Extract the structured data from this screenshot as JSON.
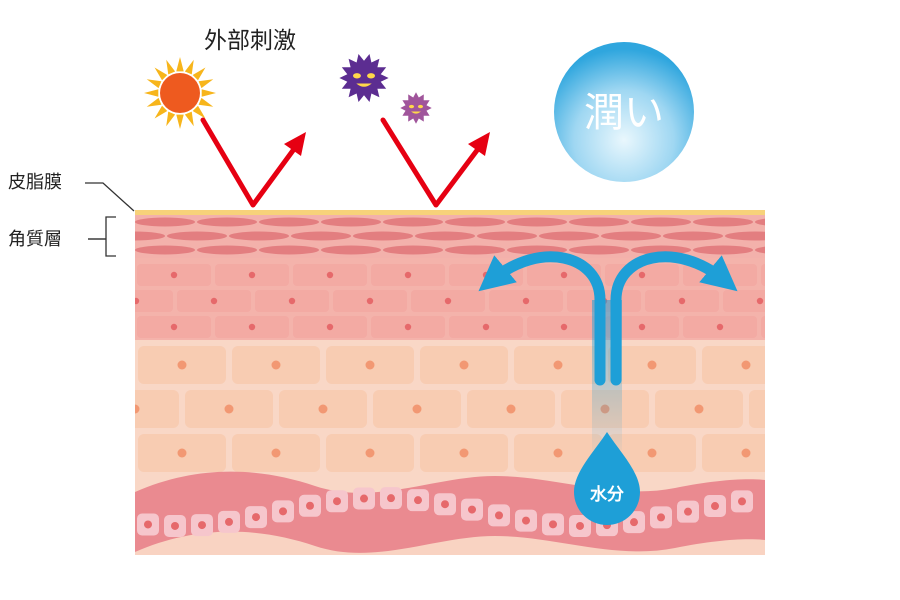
{
  "title": "外部刺激",
  "labels": {
    "sebum_film": "皮脂膜",
    "stratum_corneum": "角質層",
    "moisture": "水分",
    "hydration": "潤い"
  },
  "colors": {
    "background": "#ffffff",
    "sebum": "#f7d27a",
    "corneum": "#ec9a98",
    "corneum_cell": "#e37e80",
    "granular": "#f8c3b7",
    "granular_cell": "#f3aaa3",
    "spinous": "#f8d7c4",
    "spinous_cell": "#f7c2a3",
    "nucleus_pink": "#e6696b",
    "nucleus_orange": "#f29873",
    "basal_band": "#ea8a90",
    "basal_cell": "#f6c6cc",
    "dermis": "#f9d3c2",
    "arrow_red": "#e60012",
    "water_blue": "#1e9fd7",
    "sun_core": "#ee5a1f",
    "sun_rays": "#f7b51b",
    "germ_dark": "#5c2d91",
    "germ_light": "#a0559b"
  },
  "icons": [
    "sun-icon",
    "germ-icon",
    "water-drop-icon",
    "hydration-bubble-icon"
  ]
}
